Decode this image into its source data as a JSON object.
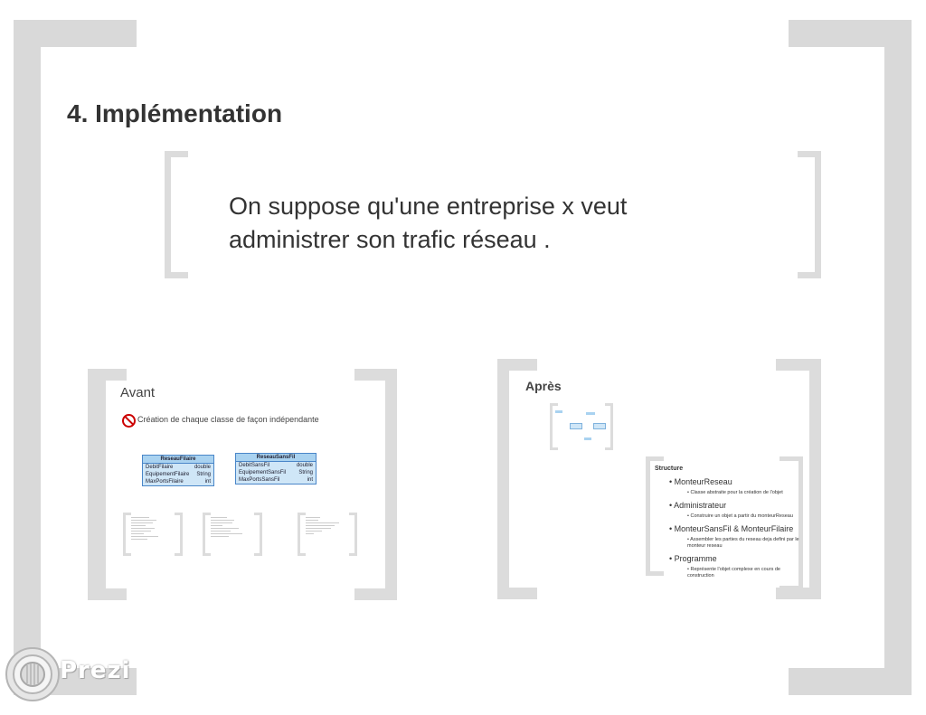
{
  "slide": {
    "title": "4. Implémentation",
    "intro_line1": "On suppose qu'une entreprise x veut",
    "intro_line2": "administrer son trafic réseau ."
  },
  "avant": {
    "title": "Avant",
    "note": "Création de chaque classe de façon indépendante",
    "tables": [
      {
        "name": "ReseauFilaire",
        "rows": [
          [
            "DebitFilaire",
            "double"
          ],
          [
            "EquipementFilaire",
            "String"
          ],
          [
            "MaxPortsFilaire",
            "int"
          ]
        ]
      },
      {
        "name": "ReseauSansFil",
        "rows": [
          [
            "DebitSansFil",
            "double"
          ],
          [
            "EquipementSansFil",
            "String"
          ],
          [
            "MaxPortsSansFil",
            "int"
          ]
        ]
      }
    ]
  },
  "apres": {
    "title": "Après",
    "structure_title": "Structure",
    "items": [
      {
        "label": "MonteurReseau",
        "sub": "Classe abstraite pour la création de l'objet"
      },
      {
        "label": "Administrateur",
        "sub": "Construire un objet a partir du monteurReseau"
      },
      {
        "label": "MonteurSansFil & MonteurFilaire",
        "sub": "Assembler les parties du reseau deja defini par le monteur reseau"
      },
      {
        "label": "Programme",
        "sub": "Représente l'objet complexe en cours de construction"
      }
    ]
  },
  "branding": {
    "logo_text": "Prezi"
  },
  "colors": {
    "bracket": "#d9d9d9",
    "uml_fill": "#cfe6f7",
    "uml_border": "#4a86c8",
    "no_icon": "#cc0000"
  }
}
